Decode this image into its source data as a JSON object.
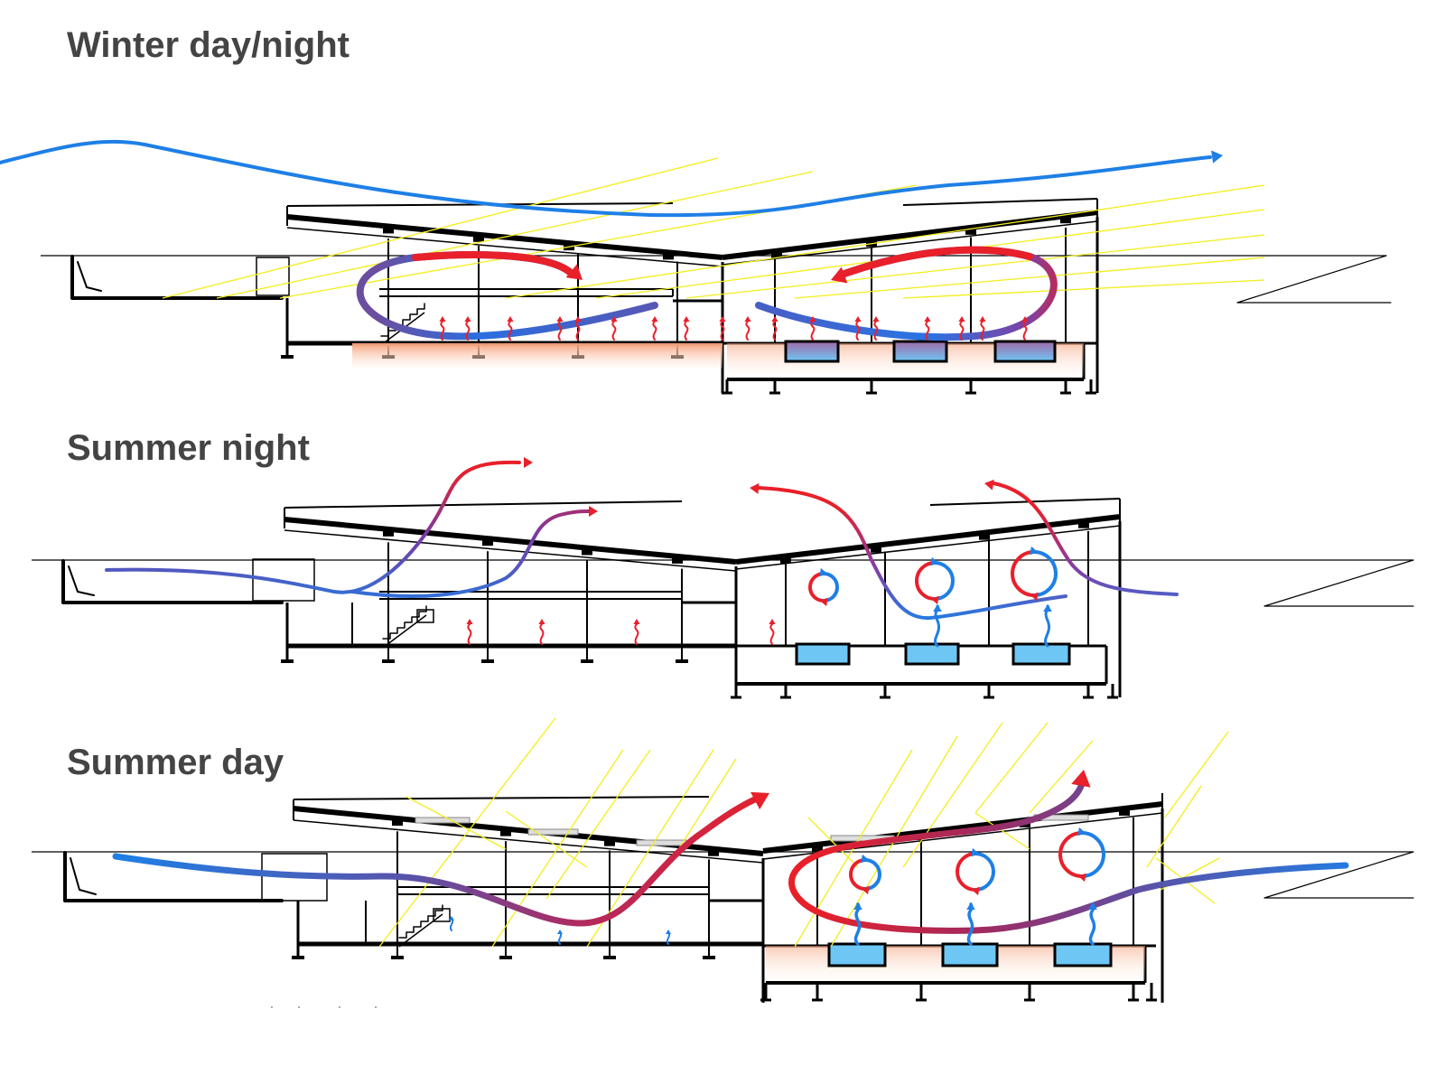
{
  "panels": [
    {
      "id": "winter",
      "title": "Winter day/night"
    },
    {
      "id": "summer-night",
      "title": "Summer night"
    },
    {
      "id": "summer-day",
      "title": "Summer day"
    }
  ],
  "colors": {
    "cold_air": "#1e7fe6",
    "warm_air": "#e8202a",
    "mixed_air": "#5a4ea0",
    "sun_rays": "#f2ee1c",
    "structure": "#000000",
    "water_pool": "#6ec6f5",
    "heated_floor": "#f6b08a",
    "title_text": "#444444"
  },
  "icons": [
    "wind-flow-arrow",
    "warm-air-arrow",
    "heat-rising-icon",
    "cool-air-rising-icon",
    "circulation-loop-icon",
    "sun-ray"
  ]
}
